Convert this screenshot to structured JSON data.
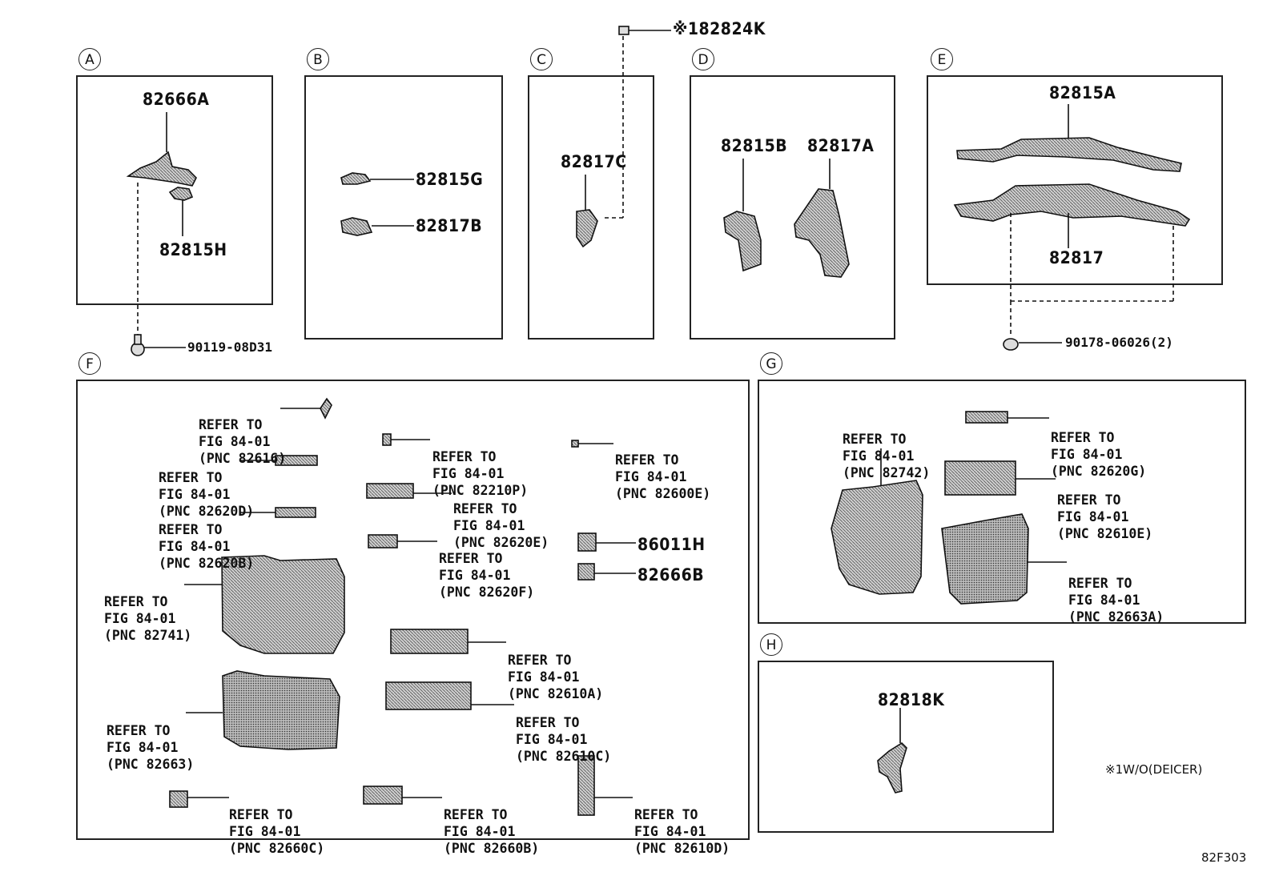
{
  "sections": {
    "A": "A",
    "B": "B",
    "C": "C",
    "D": "D",
    "E": "E",
    "F": "F",
    "G": "G",
    "H": "H"
  },
  "parts": {
    "p182824k": "※182824K",
    "p82666a": "82666A",
    "p82815h": "82815H",
    "p90119": "90119-08D31",
    "p82815g": "82815G",
    "p82817b": "82817B",
    "p82817c": "82817C",
    "p82815b": "82815B",
    "p82817a": "82817A",
    "p82815a": "82815A",
    "p82817": "82817",
    "p90178": "90178-06026(2)",
    "p86011h": "86011H",
    "p82666b": "82666B",
    "p82818k": "82818K"
  },
  "refs": {
    "r82616": [
      "REFER TO",
      "FIG 84-01",
      "(PNC 82616)"
    ],
    "r82620d": [
      "REFER TO",
      "FIG 84-01",
      "(PNC 82620D)"
    ],
    "r82620b": [
      "REFER TO",
      "FIG 84-01",
      "(PNC 82620B)"
    ],
    "r82741": [
      "REFER TO",
      "FIG 84-01",
      "(PNC 82741)"
    ],
    "r82663": [
      "REFER TO",
      "FIG 84-01",
      "(PNC 82663)"
    ],
    "r82660c": [
      "REFER TO",
      "FIG 84-01",
      "(PNC 82660C)"
    ],
    "r82210p": [
      "REFER TO",
      "FIG 84-01",
      "(PNC 82210P)"
    ],
    "r82620e": [
      "REFER TO",
      "FIG 84-01",
      "(PNC 82620E)"
    ],
    "r82620f": [
      "REFER TO",
      "FIG 84-01",
      "(PNC 82620F)"
    ],
    "r82600e": [
      "REFER TO",
      "FIG 84-01",
      "(PNC 82600E)"
    ],
    "r82610a": [
      "REFER TO",
      "FIG 84-01",
      "(PNC 82610A)"
    ],
    "r82610c": [
      "REFER TO",
      "FIG 84-01",
      "(PNC 82610C)"
    ],
    "r82660b": [
      "REFER TO",
      "FIG 84-01",
      "(PNC 82660B)"
    ],
    "r82610d": [
      "REFER TO",
      "FIG 84-01",
      "(PNC 82610D)"
    ],
    "r82742": [
      "REFER TO",
      "FIG 84-01",
      "(PNC 82742)"
    ],
    "r82620g": [
      "REFER TO",
      "FIG 84-01",
      "(PNC 82620G)"
    ],
    "r82610e": [
      "REFER TO",
      "FIG 84-01",
      "(PNC 82610E)"
    ],
    "r82663a": [
      "REFER TO",
      "FIG 84-01",
      "(PNC 82663A)"
    ]
  },
  "note": "※1W/O(DEICER)",
  "figure_code": "82F303"
}
